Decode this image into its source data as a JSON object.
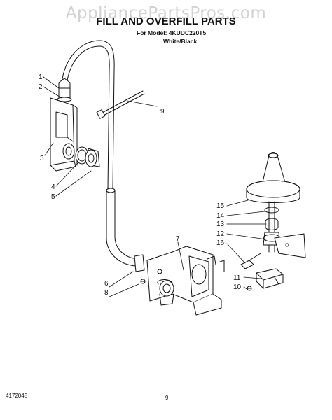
{
  "watermark": "AppliancePartsPros.com",
  "header": {
    "title": "FILL AND OVERFILL PARTS",
    "model_line": "For Model: 4KUDC220T5",
    "color_line": "White/Black"
  },
  "callouts": {
    "c1": "1",
    "c2": "2",
    "c3": "3",
    "c4": "4",
    "c5": "5",
    "c6": "6",
    "c7": "7",
    "c8": "8",
    "c9": "9",
    "c10": "10",
    "c11": "11",
    "c12": "12",
    "c13": "13",
    "c14": "14",
    "c15": "15",
    "c16": "16"
  },
  "footer": {
    "doc_number": "4172045",
    "page_number": "9"
  }
}
